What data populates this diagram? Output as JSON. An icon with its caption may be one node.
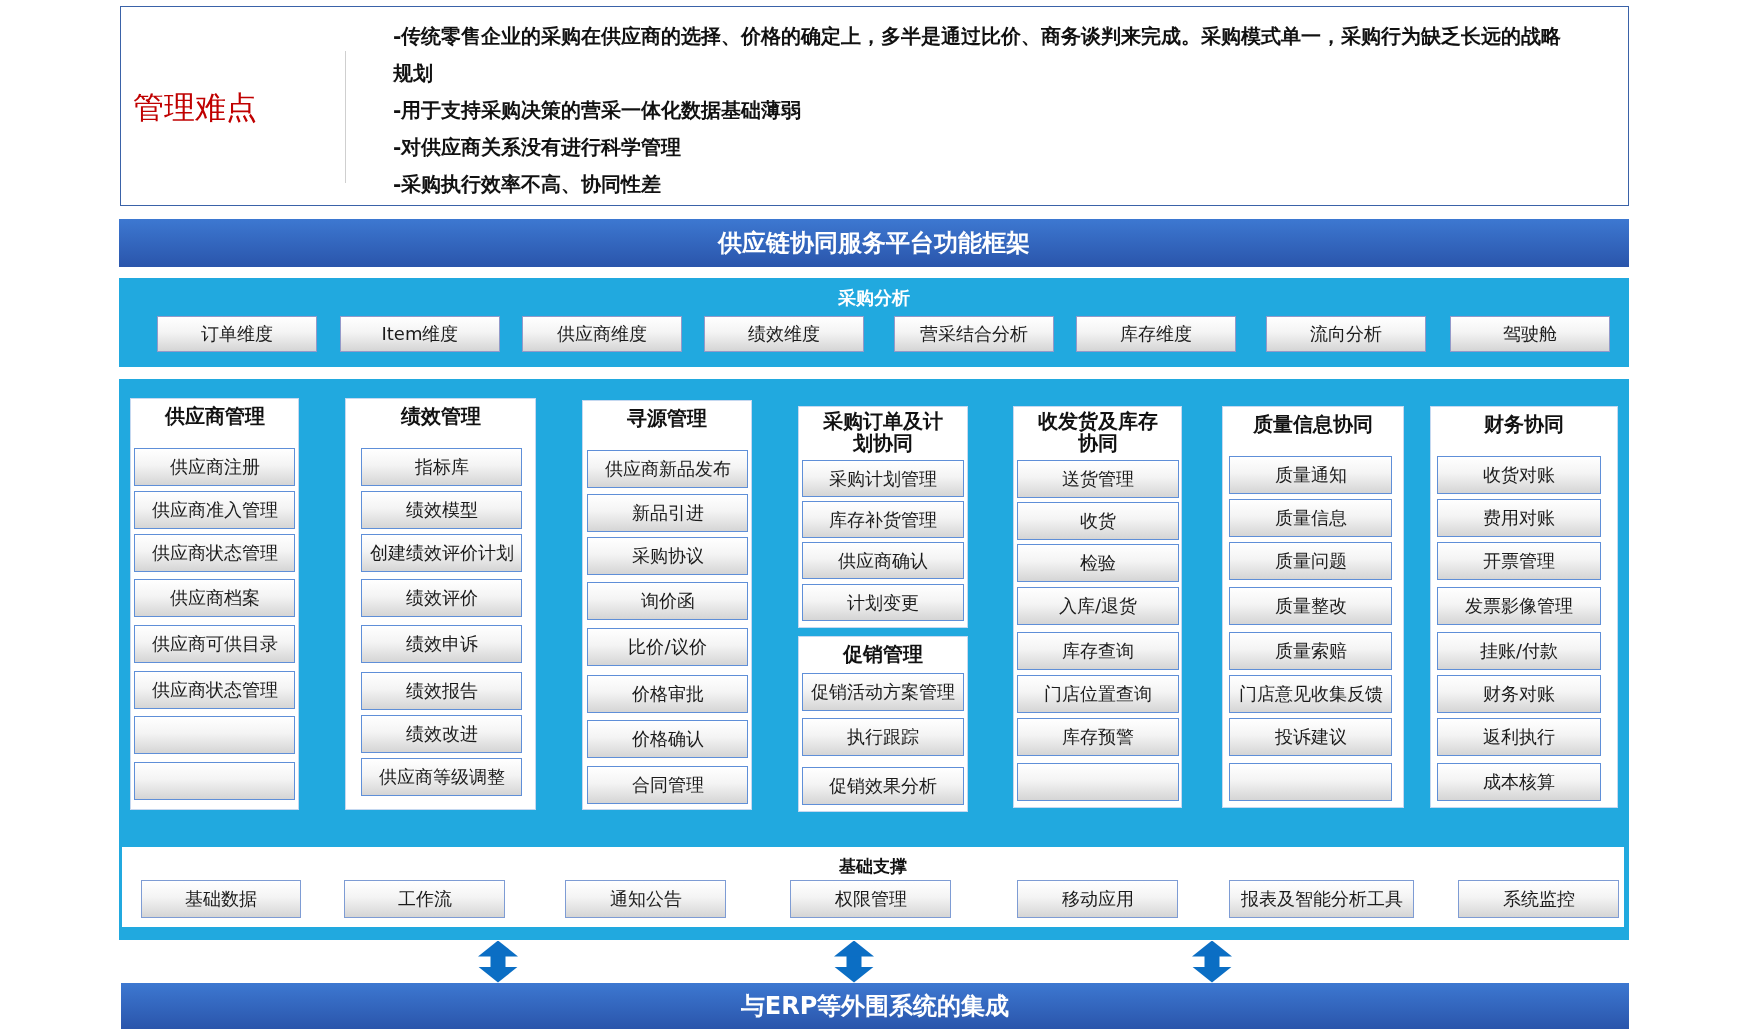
{
  "diagram": {
    "nodes": [
      {
        "text": [
          "管理难点",
          "-传统零售企业的采购在供应商的选择、价格的确定上，多半是通过比价、商务谈判来完成。采购模式单一，采购行为缺乏长远的战略规划",
          "-用于支持采购决策的营采一体化数据基础薄弱",
          "-对供应商关系没有进行科学管理",
          "-采购执行效率不高、协同性差"
        ]
      },
      {
        "text": [
          "供应链协同服务平台功能框架"
        ]
      },
      {
        "text": [
          "采购分析"
        ]
      },
      {
        "text": [
          "订单维度"
        ],
        "in": 2
      },
      {
        "text": [
          "Item维度"
        ],
        "in": 2
      },
      {
        "text": [
          "供应商维度"
        ],
        "in": 2
      },
      {
        "text": [
          "绩效维度"
        ],
        "in": 2
      },
      {
        "text": [
          "营采结合分析"
        ],
        "in": 2
      },
      {
        "text": [
          "库存维度"
        ],
        "in": 2
      },
      {
        "text": [
          "流向分析"
        ],
        "in": 2
      },
      {
        "text": [
          "驾驶舱"
        ],
        "in": 2
      },
      {
        "text": [],
        "shape": "box"
      },
      {
        "text": [
          "供应商管理"
        ],
        "in": 11
      },
      {
        "text": [
          "供应商注册"
        ],
        "in": 12
      },
      {
        "text": [
          "供应商准入管理"
        ],
        "in": 12
      },
      {
        "text": [
          "供应商状态管理"
        ],
        "in": 12
      },
      {
        "text": [
          "供应商档案"
        ],
        "in": 12
      },
      {
        "text": [
          "供应商可供目录"
        ],
        "in": 12
      },
      {
        "text": [
          "供应商状态管理"
        ],
        "in": 12
      },
      {
        "text": [],
        "shape": "box",
        "in": 12
      },
      {
        "text": [],
        "shape": "box",
        "in": 12
      },
      {
        "text": [
          "绩效管理"
        ],
        "in": 11
      },
      {
        "text": [
          "指标库"
        ],
        "in": 21
      },
      {
        "text": [
          "绩效模型"
        ],
        "in": 21
      },
      {
        "text": [
          "创建绩效评价计划"
        ],
        "in": 21
      },
      {
        "text": [
          "绩效评价"
        ],
        "in": 21
      },
      {
        "text": [
          "绩效申诉"
        ],
        "in": 21
      },
      {
        "text": [
          "绩效报告"
        ],
        "in": 21
      },
      {
        "text": [
          "绩效改进"
        ],
        "in": 21
      },
      {
        "text": [
          "供应商等级调整"
        ],
        "in": 21
      },
      {
        "text": [
          "寻源管理"
        ],
        "in": 11
      },
      {
        "text": [
          "供应商新品发布"
        ],
        "in": 30
      },
      {
        "text": [
          "新品引进"
        ],
        "in": 30
      },
      {
        "text": [
          "采购协议"
        ],
        "in": 30
      },
      {
        "text": [
          "询价函"
        ],
        "in": 30
      },
      {
        "text": [
          "比价/议价"
        ],
        "in": 30
      },
      {
        "text": [
          "价格审批"
        ],
        "in": 30
      },
      {
        "text": [
          "价格确认"
        ],
        "in": 30
      },
      {
        "text": [
          "合同管理"
        ],
        "in": 30
      },
      {
        "text": [
          "采购订单及计划协同"
        ],
        "in": 11
      },
      {
        "text": [
          "采购计划管理"
        ],
        "in": 39
      },
      {
        "text": [
          "库存补货管理"
        ],
        "in": 39
      },
      {
        "text": [
          "供应商确认"
        ],
        "in": 39
      },
      {
        "text": [
          "计划变更"
        ],
        "in": 39
      },
      {
        "text": [
          "促销管理"
        ],
        "in": 11
      },
      {
        "text": [
          "促销活动方案管理"
        ],
        "in": 44
      },
      {
        "text": [
          "执行跟踪"
        ],
        "in": 44
      },
      {
        "text": [
          "促销效果分析"
        ],
        "in": 44
      },
      {
        "text": [
          "收发货及库存协同"
        ],
        "in": 11
      },
      {
        "text": [
          "送货管理"
        ],
        "in": 48
      },
      {
        "text": [
          "收货"
        ],
        "in": 48
      },
      {
        "text": [
          "检验"
        ],
        "in": 48
      },
      {
        "text": [
          "入库/退货"
        ],
        "in": 48
      },
      {
        "text": [
          "库存查询"
        ],
        "in": 48
      },
      {
        "text": [
          "门店位置查询"
        ],
        "in": 48
      },
      {
        "text": [
          "库存预警"
        ],
        "in": 48
      },
      {
        "text": [],
        "shape": "box",
        "in": 48
      },
      {
        "text": [
          "质量信息协同"
        ],
        "in": 11
      },
      {
        "text": [
          "质量通知"
        ],
        "in": 57
      },
      {
        "text": [
          "质量信息"
        ],
        "in": 57
      },
      {
        "text": [
          "质量问题"
        ],
        "in": 57
      },
      {
        "text": [
          "质量整改"
        ],
        "in": 57
      },
      {
        "text": [
          "质量索赔"
        ],
        "in": 57
      },
      {
        "text": [
          "门店意见收集反馈"
        ],
        "in": 57
      },
      {
        "text": [
          "投诉建议"
        ],
        "in": 57
      },
      {
        "text": [],
        "shape": "box",
        "in": 57
      },
      {
        "text": [
          "财务协同"
        ],
        "in": 11
      },
      {
        "text": [
          "收货对账"
        ],
        "in": 66
      },
      {
        "text": [
          "费用对账"
        ],
        "in": 66
      },
      {
        "text": [
          "开票管理"
        ],
        "in": 66
      },
      {
        "text": [
          "发票影像管理"
        ],
        "in": 66
      },
      {
        "text": [
          "挂账/付款"
        ],
        "in": 66
      },
      {
        "text": [
          "财务对账"
        ],
        "in": 66
      },
      {
        "text": [
          "返利执行"
        ],
        "in": 66
      },
      {
        "text": [
          "成本核算"
        ],
        "in": 66
      },
      {
        "text": [
          "基础支撑"
        ],
        "in": 11
      },
      {
        "text": [
          "基础数据"
        ],
        "in": 75
      },
      {
        "text": [
          "工作流"
        ],
        "in": 75
      },
      {
        "text": [
          "通知公告"
        ],
        "in": 75
      },
      {
        "text": [
          "权限管理"
        ],
        "in": 75
      },
      {
        "text": [
          "移动应用"
        ],
        "in": 75
      },
      {
        "text": [
          "报表及智能分析工具"
        ],
        "in": 75
      },
      {
        "text": [
          "系统监控"
        ],
        "in": 75
      },
      {
        "text": [
          "与ERP等外围系统的集成"
        ]
      }
    ],
    "edges": [
      {
        "from": 11,
        "to": 83,
        "arrow": "both"
      },
      {
        "from": 11,
        "to": 83,
        "arrow": "both"
      },
      {
        "from": 11,
        "to": 83,
        "arrow": "both"
      }
    ]
  }
}
